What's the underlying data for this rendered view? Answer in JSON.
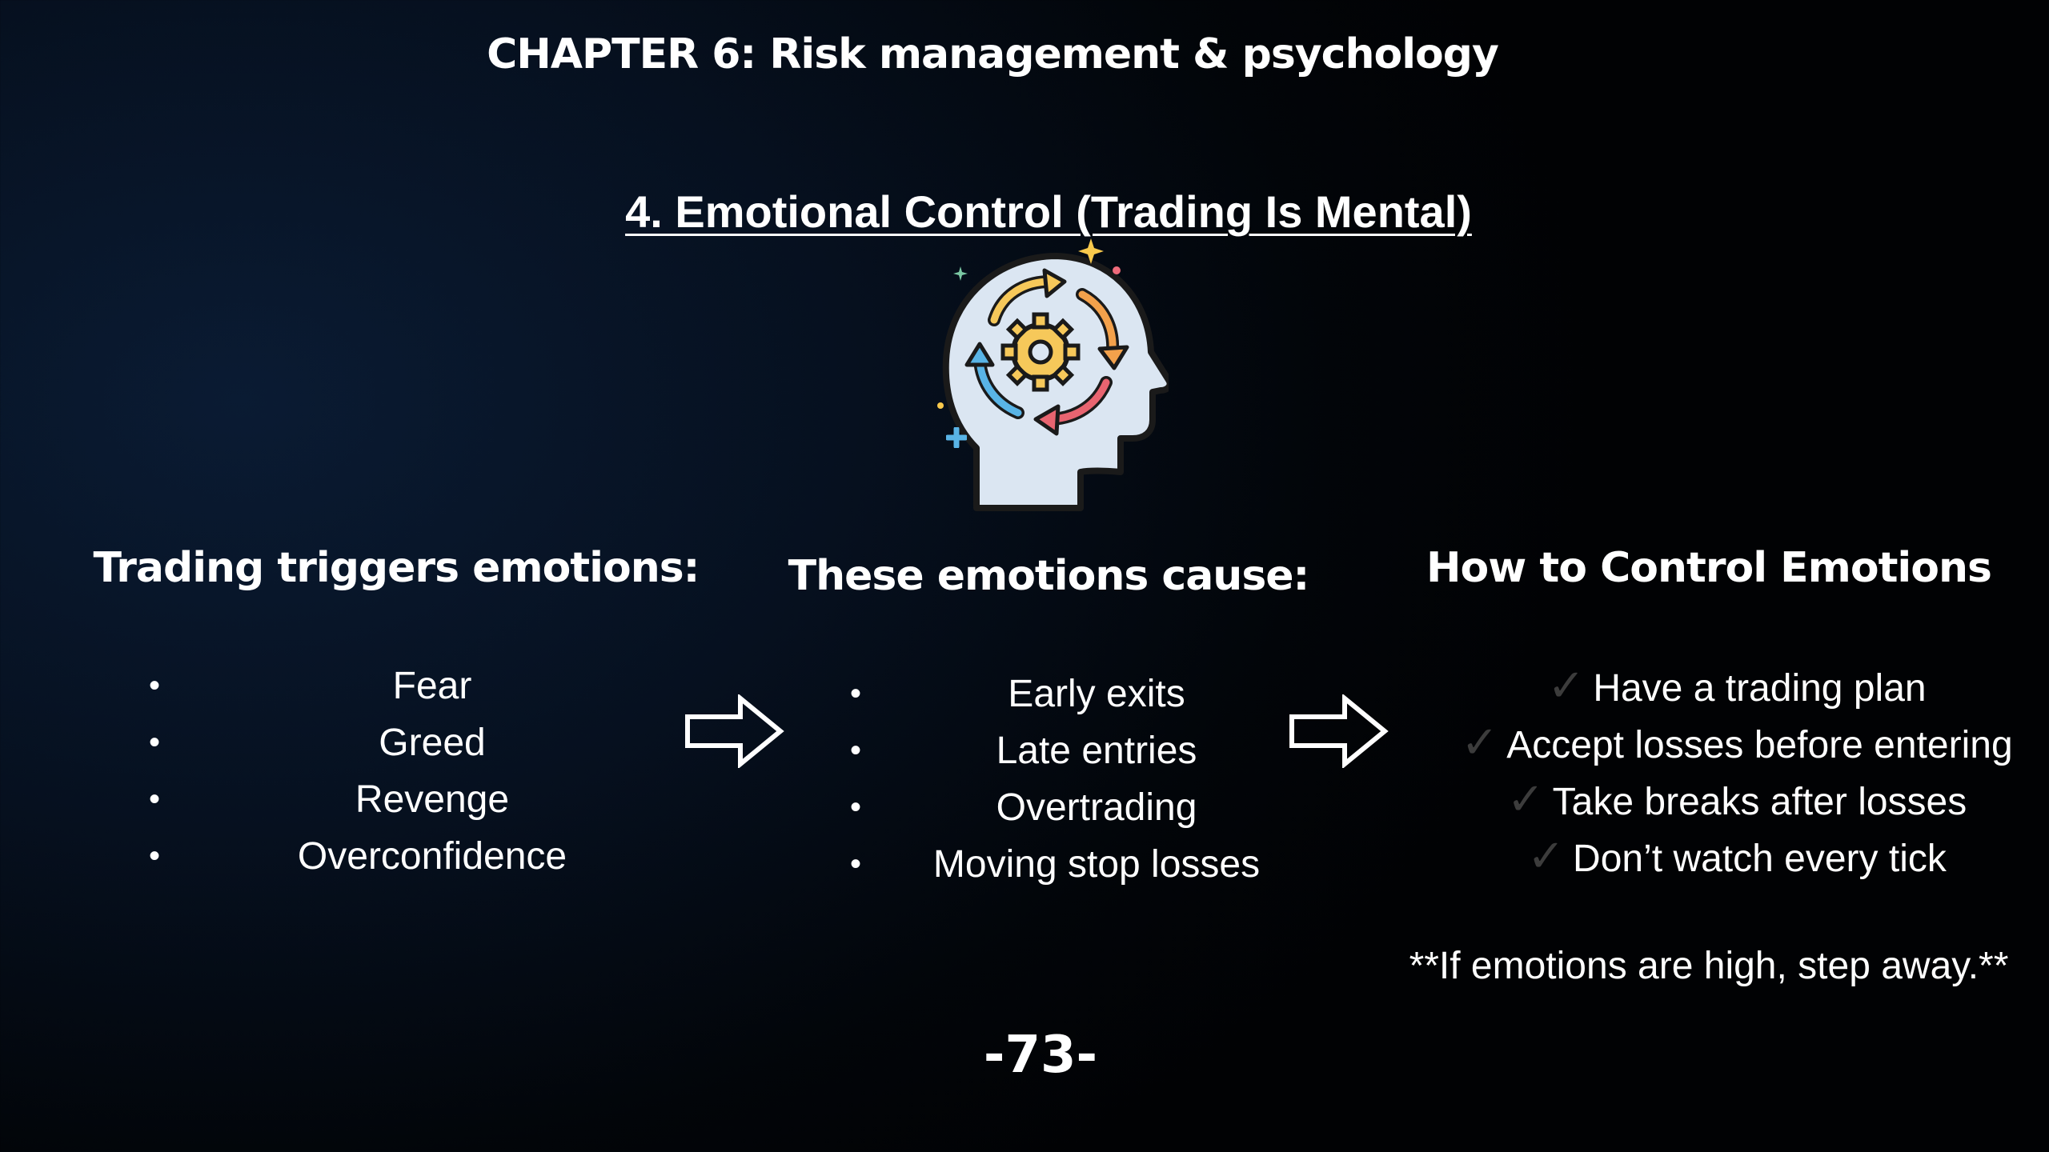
{
  "header": {
    "chapter_title": "CHAPTER 6: Risk management & psychology",
    "section_title": "4. Emotional Control (Trading Is Mental)"
  },
  "illustration": {
    "icon": "head-gears-icon",
    "colors": {
      "head": "#dbe6f2",
      "outline": "#1a1a1a",
      "gear": "#f6c85a",
      "arrow_orange": "#f3a14b",
      "arrow_red": "#e86470",
      "arrow_blue": "#59b4e6",
      "sparkle_yellow": "#f8c94c",
      "sparkle_green": "#7bc8a4",
      "sparkle_pink": "#ef6b7b"
    }
  },
  "columns": {
    "triggers": {
      "heading": "Trading triggers emotions:",
      "bullet": "•",
      "items": [
        "Fear",
        "Greed",
        "Revenge",
        "Overconfidence"
      ]
    },
    "causes": {
      "heading": "These emotions cause:",
      "bullet": "•",
      "items": [
        "Early exits",
        "Late entries",
        "Overtrading",
        "Moving stop losses"
      ]
    },
    "control": {
      "heading": "How to Control Emotions",
      "check": "✓",
      "items": [
        "Have a trading plan",
        "Accept losses before entering",
        "Take breaks after losses",
        "Don’t watch every tick"
      ]
    }
  },
  "arrows": {
    "icon": "right-arrow-icon"
  },
  "note": "**If emotions are high, step away.**",
  "page_number": "-73-"
}
